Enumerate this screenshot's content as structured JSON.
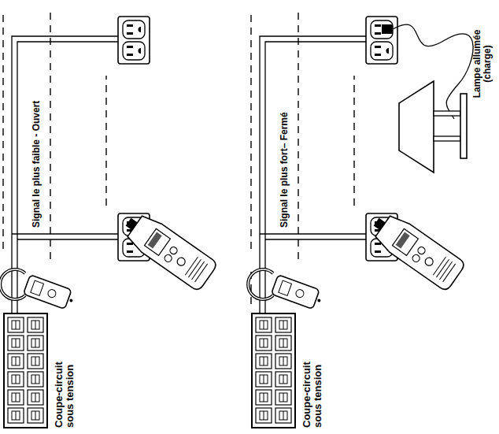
{
  "diagram": {
    "labels": [
      "Signal le plus faible - Ouvert",
      "Coupe-circuit sous tension",
      "Signal le plus fort– Fermé",
      "Coupe-circuit sous tension",
      "Lampe allumée (charge)"
    ]
  }
}
